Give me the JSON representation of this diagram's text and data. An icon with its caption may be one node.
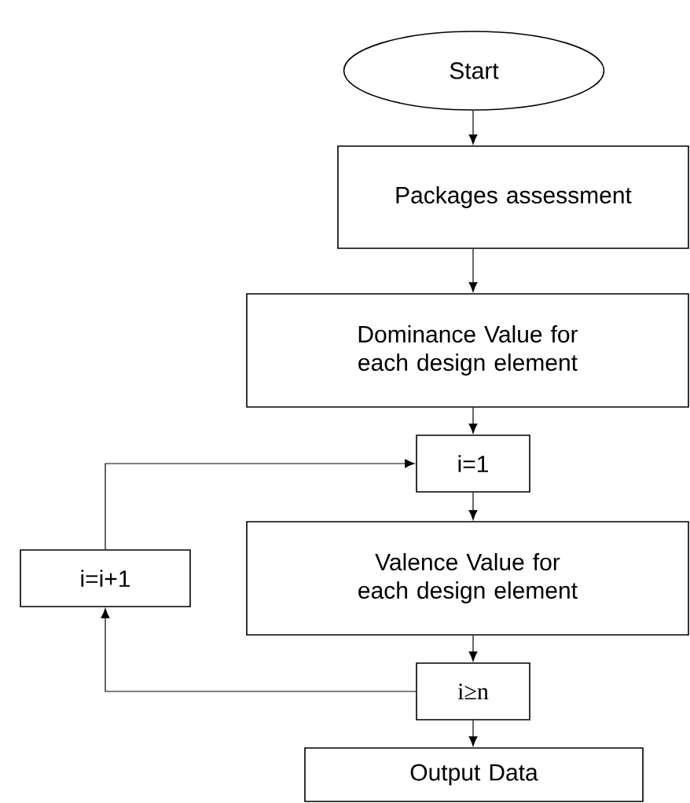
{
  "diagram": {
    "nodes": [
      {
        "text": [
          "Start"
        ]
      },
      {
        "text": [
          "Packages assessment"
        ]
      },
      {
        "text": [
          "Dominance Value for each design element"
        ]
      },
      {
        "text": [
          "i=1"
        ]
      },
      {
        "text": [
          "Valence Value for each design element"
        ]
      },
      {
        "text": [
          "i≥n"
        ]
      },
      {
        "text": [
          "Output Data"
        ]
      },
      {
        "text": [
          "i=i+1"
        ]
      }
    ],
    "edges": [
      {
        "from": 0,
        "to": 1,
        "arrow": "to"
      },
      {
        "from": 1,
        "to": 2,
        "arrow": "to"
      },
      {
        "from": 2,
        "to": 3,
        "arrow": "to"
      },
      {
        "from": 3,
        "to": 4,
        "arrow": "to"
      },
      {
        "from": 4,
        "to": 5,
        "arrow": "to"
      },
      {
        "from": 5,
        "to": 6,
        "arrow": "to"
      },
      {
        "from": 5,
        "to": 7,
        "arrow": "to"
      },
      {
        "from": 7,
        "to": 3,
        "arrow": "to"
      }
    ]
  }
}
